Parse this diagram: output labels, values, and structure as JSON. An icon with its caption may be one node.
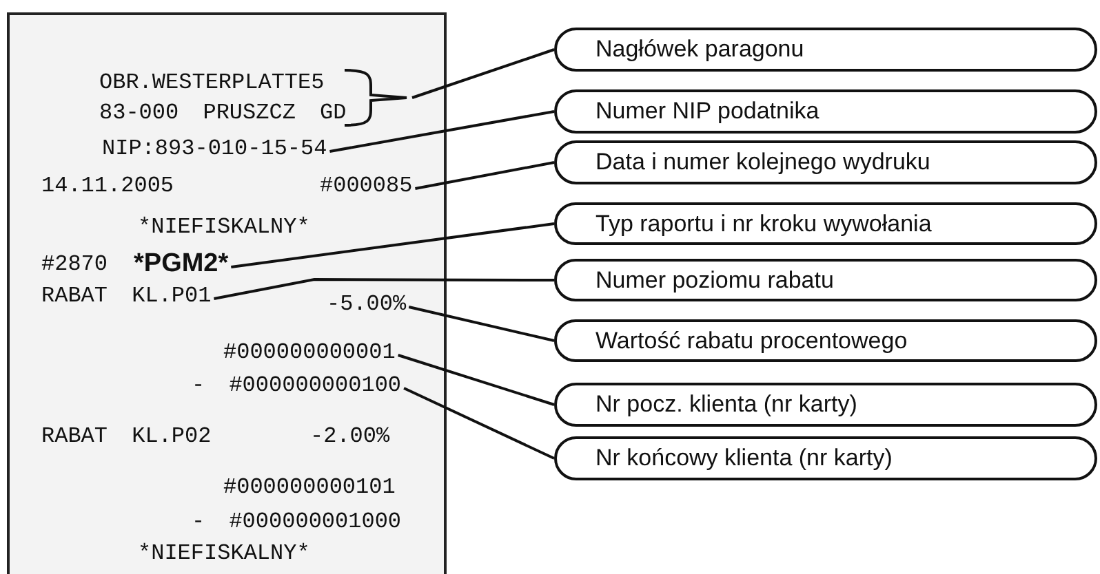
{
  "diagram": {
    "nodes": [
      {
        "text": [],
        "shape": "box"
      },
      {
        "text": [
          "OBR.WESTERPLATTE5",
          "83-000 PRUSZCZ GD"
        ],
        "in": 0
      },
      {
        "text": [
          "NIP:893-010-15-54"
        ],
        "in": 0
      },
      {
        "text": [
          "#000085"
        ],
        "in": 0
      },
      {
        "text": [
          "*PGM2*"
        ],
        "in": 0
      },
      {
        "text": [
          "RABAT KL.P01"
        ],
        "in": 0
      },
      {
        "text": [
          "-5.00%"
        ],
        "in": 0
      },
      {
        "text": [
          "#000000000001"
        ],
        "in": 0
      },
      {
        "text": [
          "- #000000000100"
        ],
        "in": 0
      },
      {
        "text": [
          "Nagłówek paragonu"
        ]
      },
      {
        "text": [
          "Numer NIP podatnika"
        ]
      },
      {
        "text": [
          "Data i numer kolejnego wydruku"
        ]
      },
      {
        "text": [
          "Typ raportu i nr kroku wywołania"
        ]
      },
      {
        "text": [
          "Numer poziomu rabatu"
        ]
      },
      {
        "text": [
          "Wartość rabatu procentowego"
        ]
      },
      {
        "text": [
          "Nr pocz. klienta (nr karty)"
        ]
      },
      {
        "text": [
          "Nr końcowy klienta (nr karty)"
        ]
      }
    ],
    "edges": [
      {
        "from": 1,
        "to": 9,
        "arrow": "none"
      },
      {
        "from": 2,
        "to": 10,
        "arrow": "none"
      },
      {
        "from": 3,
        "to": 11,
        "arrow": "none"
      },
      {
        "from": 4,
        "to": 12,
        "arrow": "none"
      },
      {
        "from": 5,
        "to": 13,
        "arrow": "none"
      },
      {
        "from": 6,
        "to": 14,
        "arrow": "none"
      },
      {
        "from": 7,
        "to": 15,
        "arrow": "none"
      },
      {
        "from": 8,
        "to": 16,
        "arrow": "none"
      }
    ],
    "labels": [
      "14.11.2005",
      "*NIEFISKALNY*",
      "#2870",
      "RABAT KL.P02",
      "-2.00%",
      "#000000000101",
      "- #000000001000",
      "*NIEFISKALNY*"
    ]
  }
}
